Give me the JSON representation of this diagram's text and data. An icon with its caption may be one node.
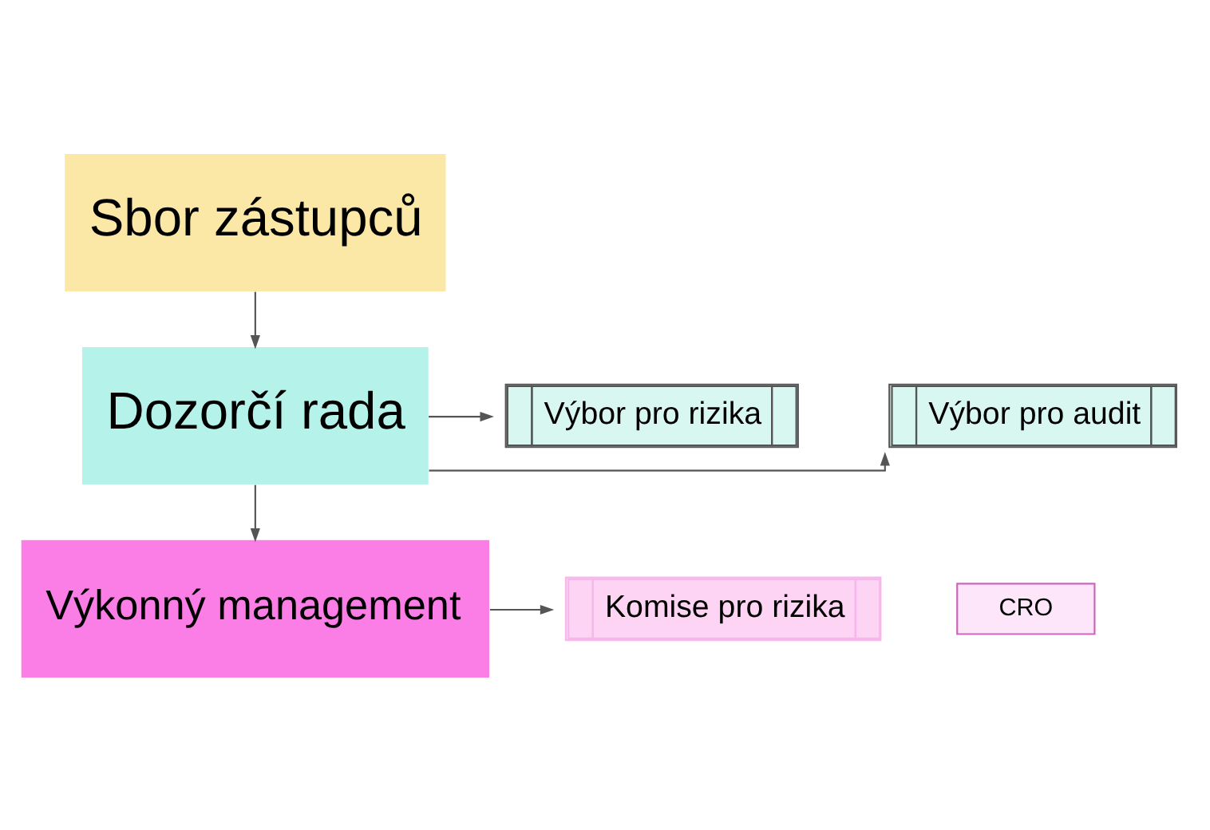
{
  "diagram": {
    "nodes": [
      {
        "text": [
          "Sbor zástupců"
        ]
      },
      {
        "text": [
          "Dozorčí rada"
        ]
      },
      {
        "text": [
          "Výbor pro audit"
        ]
      },
      {
        "text": [
          "Výbor pro rizika"
        ]
      },
      {
        "text": [
          "Výkonný management"
        ]
      },
      {
        "text": [
          "Komise pro rizika"
        ]
      },
      {
        "text": [
          "CRO"
        ]
      }
    ],
    "edges": [
      {
        "from": 0,
        "to": 1,
        "arrow": "to"
      },
      {
        "from": 1,
        "to": 2,
        "arrow": "to"
      },
      {
        "from": 1,
        "to": 3,
        "arrow": "to"
      },
      {
        "from": 1,
        "to": 4,
        "arrow": "to"
      },
      {
        "from": 4,
        "to": 5,
        "arrow": "to"
      }
    ]
  }
}
